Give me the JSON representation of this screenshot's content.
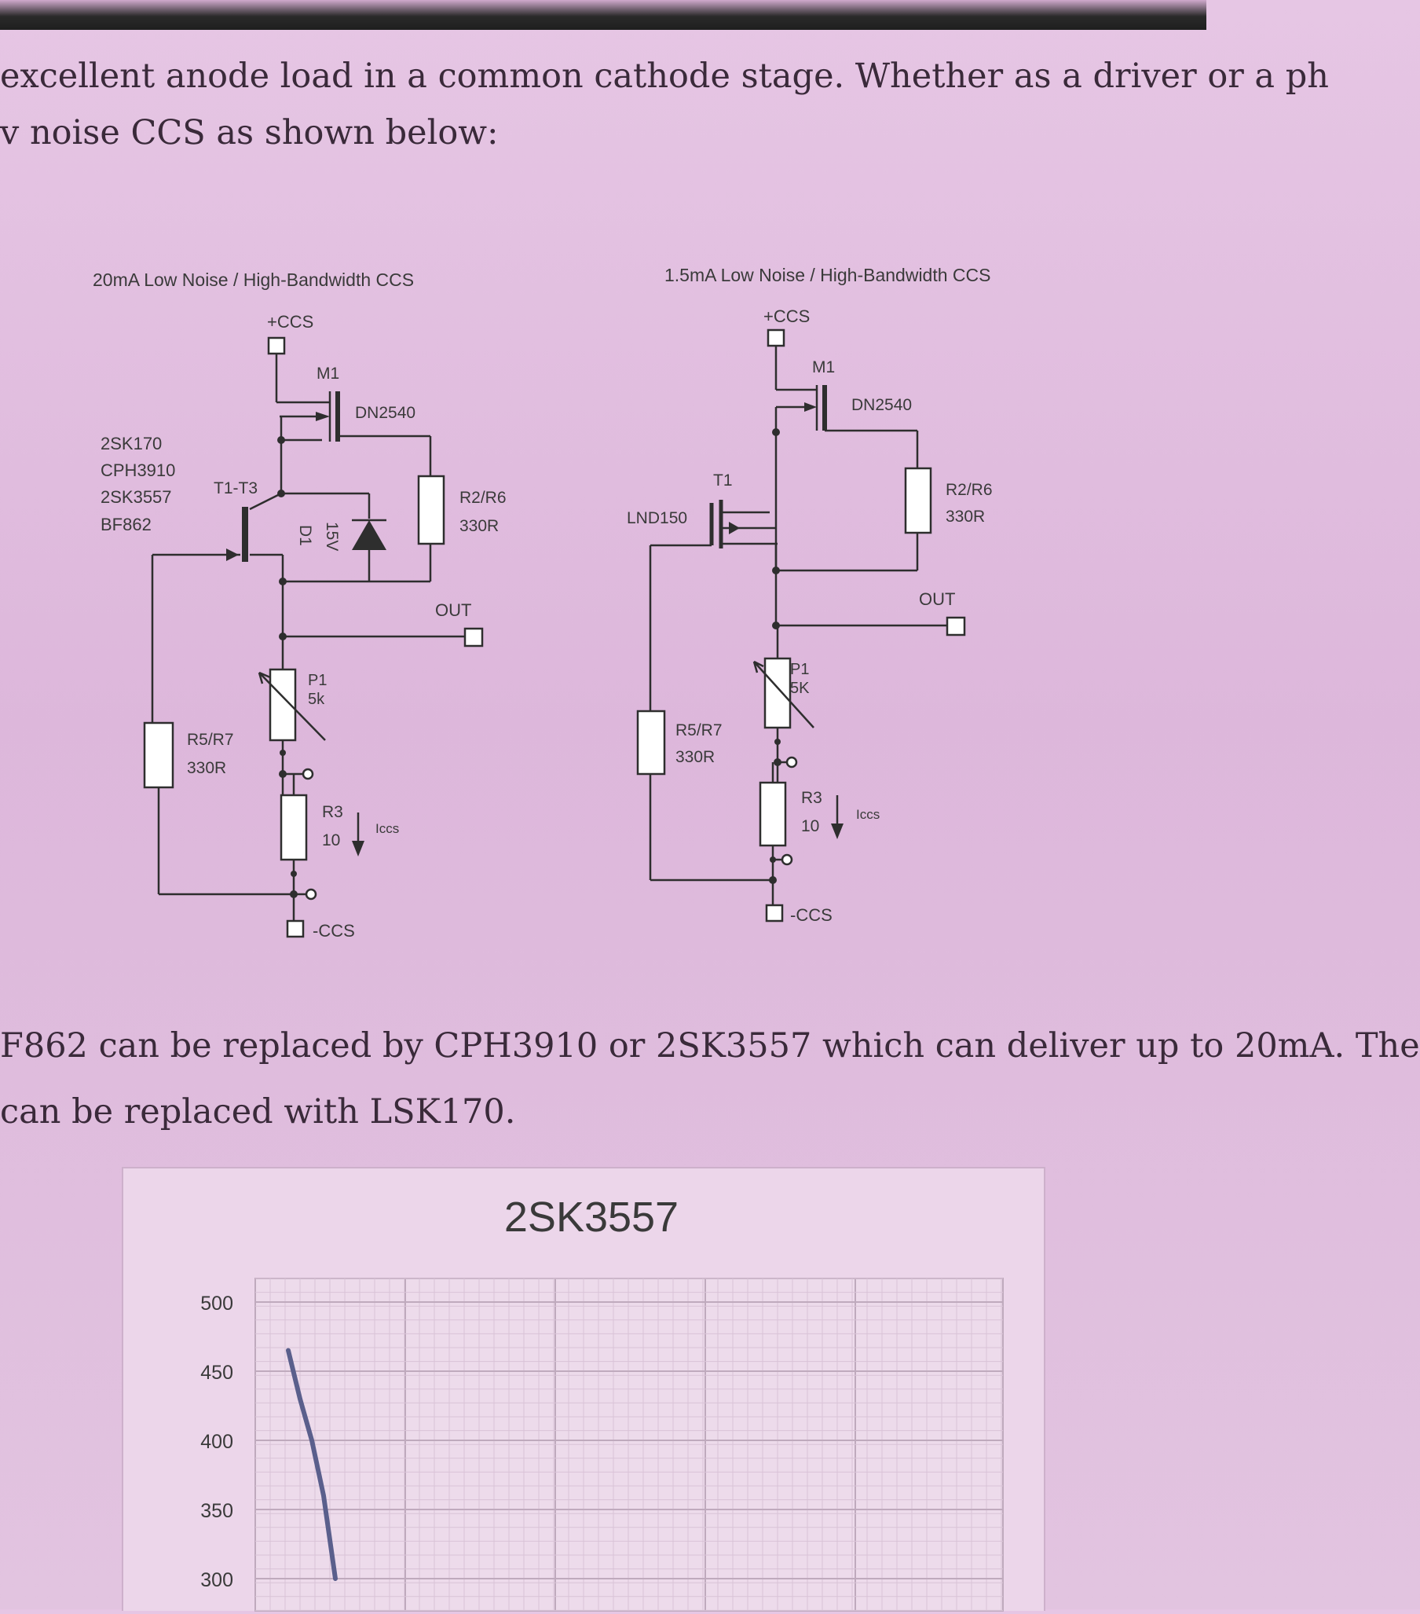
{
  "prose": {
    "line1": "excellent anode load in a common cathode stage. Whether as a driver or a ph",
    "line2": "v noise CCS as shown below:",
    "line3": "F862 can be replaced by CPH3910 or 2SK3557 which can deliver up to 20mA. The",
    "line4": "can be replaced with LSK170."
  },
  "left_circuit": {
    "title": "20mA Low Noise / High-Bandwidth CCS",
    "plus_ccs": "+CCS",
    "minus_ccs": "-CCS",
    "m1": "M1",
    "dn2540": "DN2540",
    "jfet_list": [
      "2SK170",
      "CPH3910",
      "2SK3557",
      "BF862"
    ],
    "t_label": "T1-T3",
    "zener_value": "15V",
    "zener_name": "D1",
    "r2_name": "R2/R6",
    "r2_value": "330R",
    "out": "OUT",
    "p1_name": "P1",
    "p1_value": "5k",
    "r5_name": "R5/R7",
    "r5_value": "330R",
    "r3_name": "R3",
    "r3_value": "10",
    "iccs": "Iccs"
  },
  "right_circuit": {
    "title": "1.5mA Low Noise / High-Bandwidth CCS",
    "plus_ccs": "+CCS",
    "minus_ccs": "-CCS",
    "m1": "M1",
    "dn2540": "DN2540",
    "t1": "T1",
    "lnd150": "LND150",
    "r2_name": "R2/R6",
    "r2_value": "330R",
    "out": "OUT",
    "p1_name": "P1",
    "p1_value": "5K",
    "r5_name": "R5/R7",
    "r5_value": "330R",
    "r3_name": "R3",
    "r3_value": "10",
    "iccs": "Iccs"
  },
  "chart_data": {
    "type": "line",
    "title": "2SK3557",
    "yticks": [
      "500",
      "450",
      "400",
      "350",
      "300"
    ],
    "ylim": [
      300,
      500
    ],
    "series": [
      {
        "x": [
          0.0,
          0.05,
          0.1,
          0.15,
          0.2
        ],
        "y": [
          465,
          430,
          400,
          360,
          300
        ]
      }
    ]
  },
  "colors": {
    "ink": "#2e2e2e",
    "grid_major": "#bfaabd",
    "grid_minor": "#d9c3d7",
    "curve": "#5a5f8c"
  }
}
